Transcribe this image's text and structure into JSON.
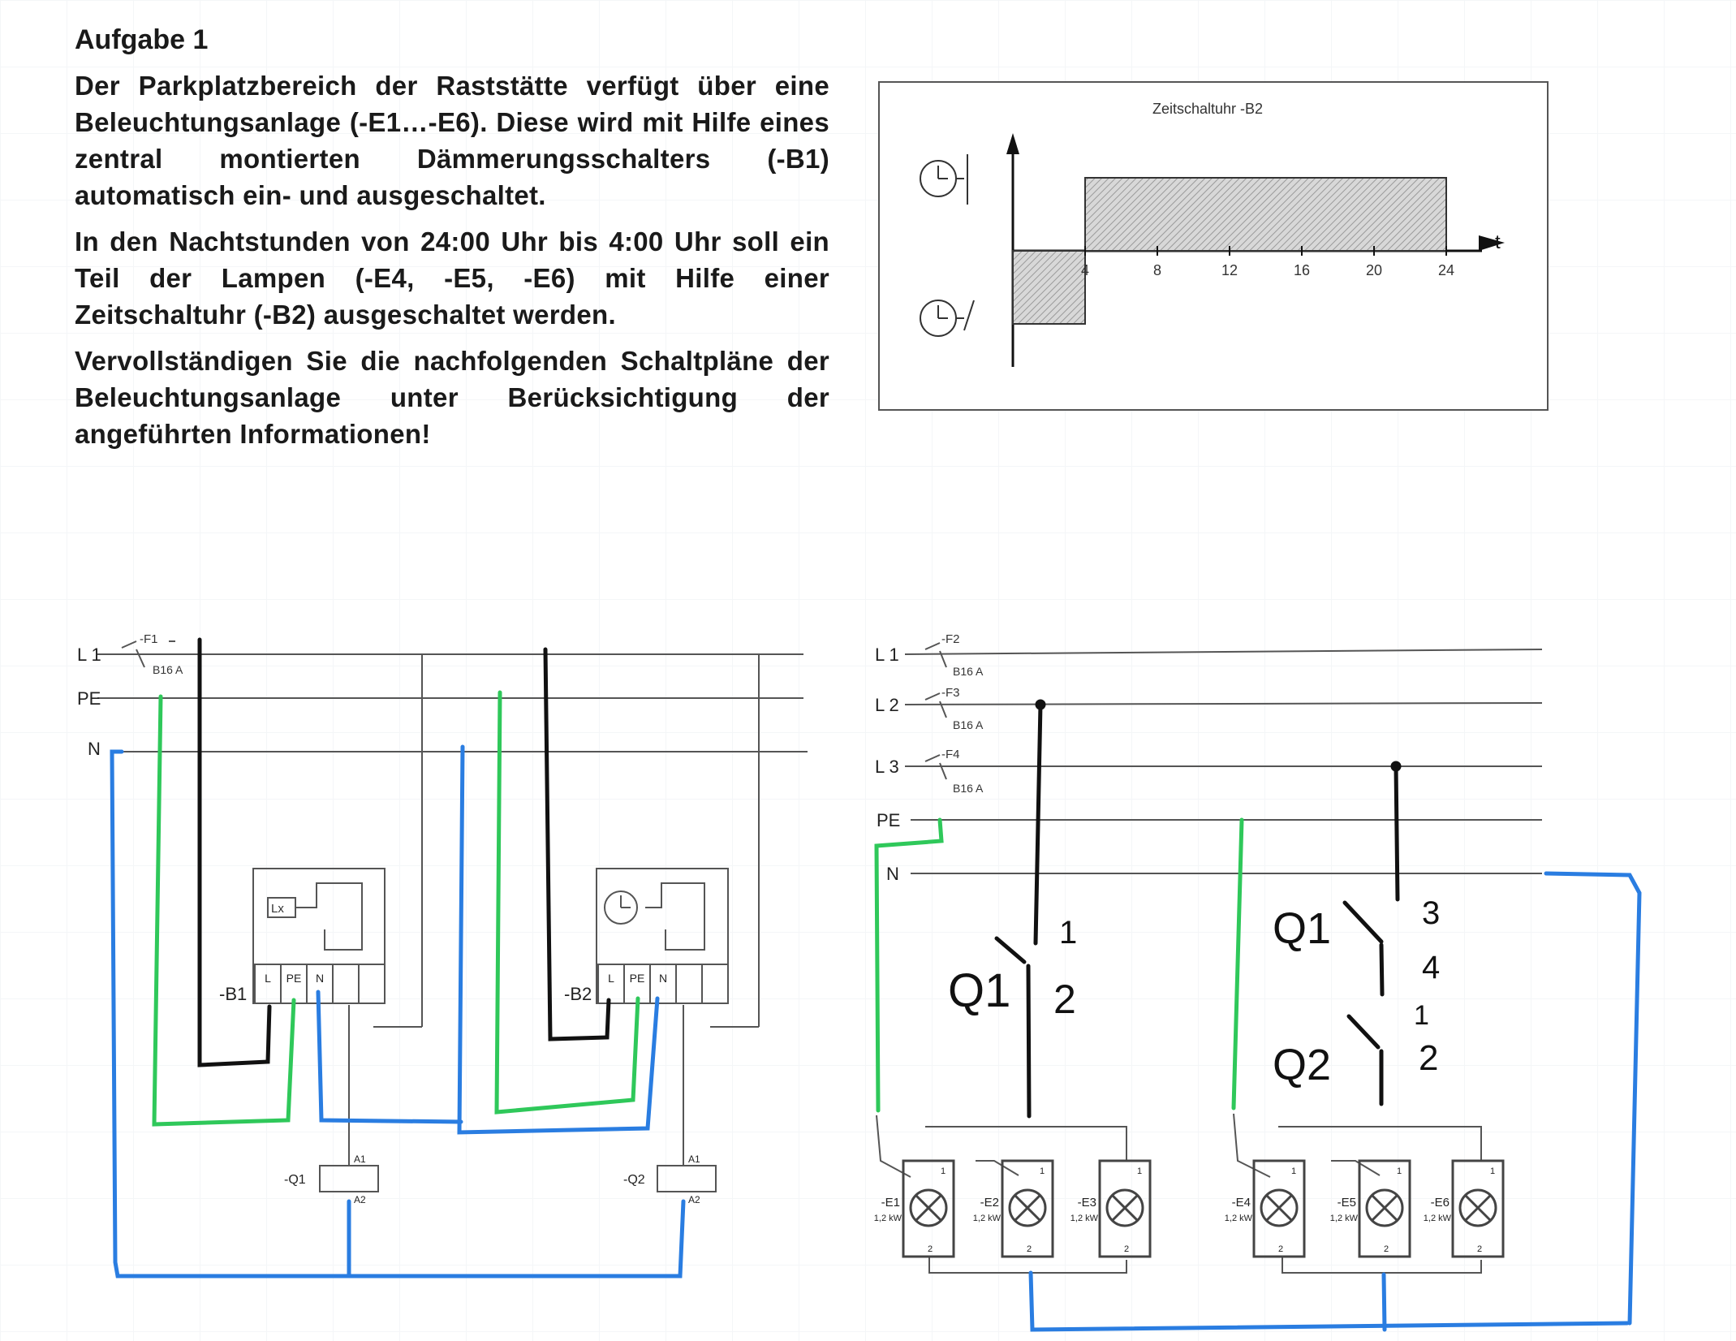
{
  "task": {
    "title": "Aufgabe 1",
    "paragraphs": [
      "Der Parkplatzbereich der Raststätte verfügt über eine Beleuchtungsanlage (-E1…-E6). Diese wird mit Hilfe eines zentral montierten Dämmerungsschalters (-B1) automatisch ein- und ausgeschaltet.",
      "In den Nachtstunden von 24:00 Uhr bis 4:00 Uhr soll ein Teil der Lampen (-E4, -E5, -E6) mit Hilfe einer Zeitschaltuhr (-B2) ausgeschaltet werden.",
      "Vervollständigen Sie die nachfolgenden Schaltpläne der Beleuchtungsanlage unter Berücksichtigung der angeführten Informationen!"
    ]
  },
  "timer_chart": {
    "title": "Zeitschaltuhr -B2",
    "axis_label": "t",
    "ticks": [
      "4",
      "8",
      "12",
      "16",
      "20",
      "24"
    ],
    "off_interval": [
      0,
      4
    ],
    "on_interval": [
      4,
      24
    ]
  },
  "control_circuit": {
    "buses": [
      "L 1",
      "PE",
      "N"
    ],
    "breaker": {
      "name": "-F1",
      "rating": "B16 A"
    },
    "devices": [
      {
        "name": "-B1",
        "symbol": "Lx",
        "terminals": [
          "L",
          "PE",
          "N"
        ]
      },
      {
        "name": "-B2",
        "symbol": "clock",
        "terminals": [
          "L",
          "PE",
          "N"
        ]
      }
    ],
    "contactors": [
      {
        "name": "-Q1",
        "a1": "A1",
        "a2": "A2"
      },
      {
        "name": "-Q2",
        "a1": "A1",
        "a2": "A2"
      }
    ]
  },
  "main_circuit": {
    "buses": [
      "L 1",
      "L 2",
      "L 3",
      "PE",
      "N"
    ],
    "breakers": [
      {
        "name": "-F2",
        "rating": "B16 A"
      },
      {
        "name": "-F3",
        "rating": "B16 A"
      },
      {
        "name": "-F4",
        "rating": "B16 A"
      }
    ],
    "lamps": [
      {
        "name": "-E1",
        "power": "1,2 kW"
      },
      {
        "name": "-E2",
        "power": "1,2 kW"
      },
      {
        "name": "-E3",
        "power": "1,2 kW"
      },
      {
        "name": "-E4",
        "power": "1,2 kW"
      },
      {
        "name": "-E5",
        "power": "1,2 kW"
      },
      {
        "name": "-E6",
        "power": "1,2 kW"
      }
    ],
    "lamp_terminals": [
      "1",
      "2"
    ],
    "handwritten": {
      "left": {
        "label": "Q1",
        "contacts": [
          "1",
          "2"
        ]
      },
      "right_top": {
        "label": "Q1",
        "contacts": [
          "3",
          "4"
        ]
      },
      "right_bottom": {
        "label": "Q2",
        "contacts": [
          "1",
          "2"
        ]
      }
    }
  },
  "wire_colors": {
    "phase": "#111111",
    "pe": "#2fc85a",
    "neutral": "#2a7de1",
    "print": "#555555"
  }
}
